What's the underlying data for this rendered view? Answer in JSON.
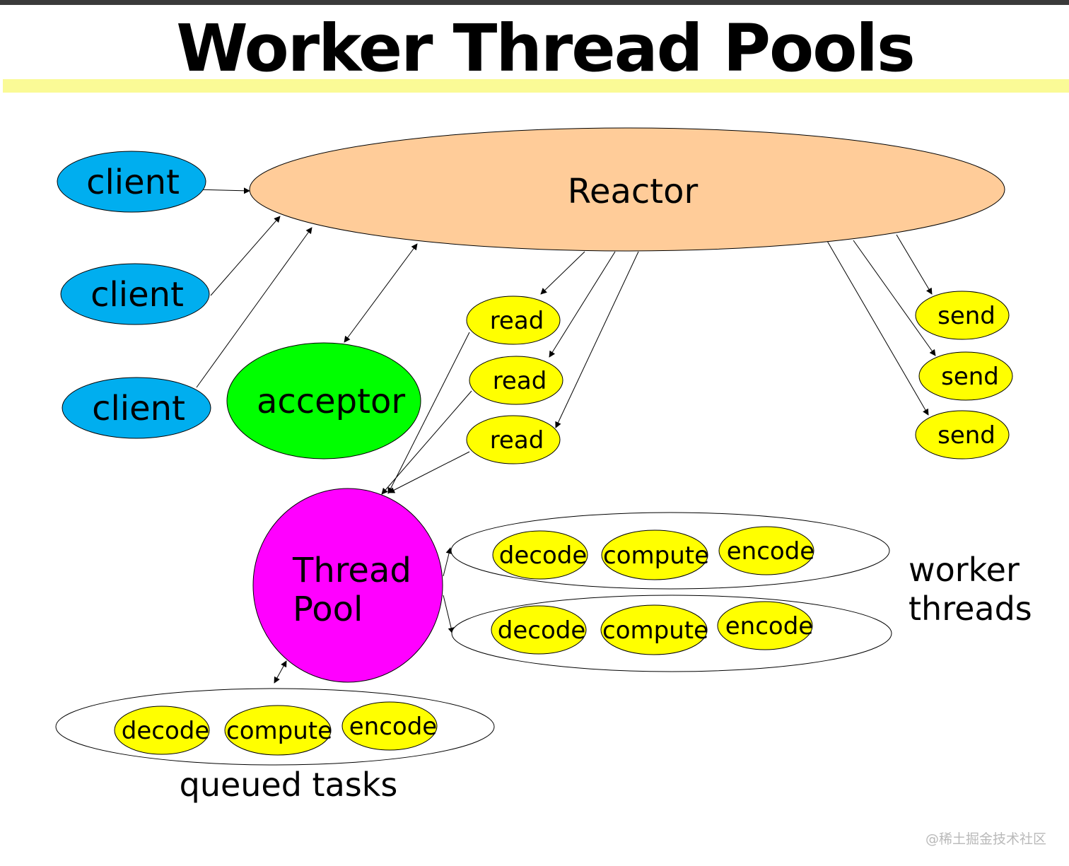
{
  "title": "Worker Thread Pools",
  "watermark": "@稀土掘金技术社区",
  "colors": {
    "client": "#00aeef",
    "reactor": "#ffcc99",
    "acceptor": "#00ff00",
    "thread_pool": "#ff00ff",
    "handler": "#ffff00",
    "title_rule": "#fafa96"
  },
  "nodes": {
    "reactor": "Reactor",
    "clients": [
      "client",
      "client",
      "client"
    ],
    "acceptor": "acceptor",
    "reads": [
      "read",
      "read",
      "read"
    ],
    "sends": [
      "send",
      "send",
      "send"
    ],
    "thread_pool": {
      "line1": "Thread",
      "line2": "Pool"
    },
    "worker_threads": [
      [
        "decode",
        "compute",
        "encode"
      ],
      [
        "decode",
        "compute",
        "encode"
      ]
    ],
    "queued_tasks": [
      "decode",
      "compute",
      "encode"
    ]
  },
  "labels": {
    "worker_threads_line1": "worker",
    "worker_threads_line2": "threads",
    "queued_tasks": "queued tasks"
  }
}
